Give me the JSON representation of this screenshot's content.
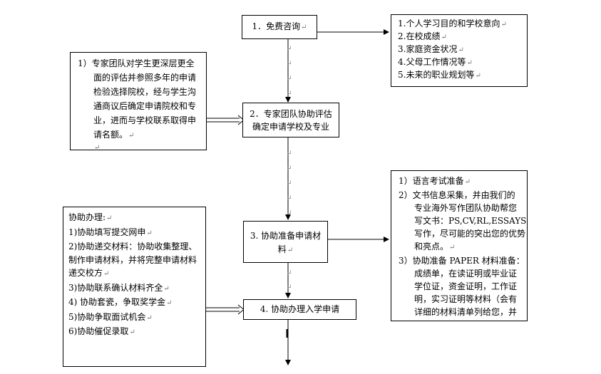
{
  "steps": {
    "s1": "1．免费咨询",
    "s2a": "2．专家团队协助评估",
    "s2b": "确定申请学校及专业",
    "s3a": "3. 协助准备申请材",
    "s3b": "料",
    "s4": "4. 协助办理入学申请"
  },
  "consult_factors": [
    "1.个人学习目的和学校意向",
    "2.在校成绩",
    "3.家庭资金状况",
    "4.父母工作情况等",
    "5.未来的职业规划等"
  ],
  "evaluation_note": [
    "1）专家团队对学生更深层更全",
    "面的评估并参照多年的申请",
    "检验选择院校，经与学生沟",
    "通商议后确定申请院校和专",
    "业，进而与学校联系取得申",
    "请名额。"
  ],
  "materials_note": [
    "1）语言考试准备",
    "2）文书信息采集，并由我们的",
    "专业海外写作团队协助帮您",
    "写文书：PS,CV,RL,ESSAYS 等",
    "写作，尽可能的突出您的优势",
    "和亮点。",
    "3）协助准备 PAPER 材料准备：",
    "成绩单，在读证明或毕业证",
    "学位证，资金证明，工作证",
    "明，实习证明等材料（会有",
    "详细的材料清单列给您，并"
  ],
  "application_help": [
    "协助办理:",
    "1)协助填写提交网申",
    "2)协助递交材料：协助收集整理、",
    "制作申请材料，并将完整申请材料",
    "递交校方",
    "3)协助联系确认材料齐全",
    "4) 协助套瓷，争取奖学金",
    "5)协助争取面试机会",
    "6)协助催促录取"
  ],
  "return_mark": "↵"
}
